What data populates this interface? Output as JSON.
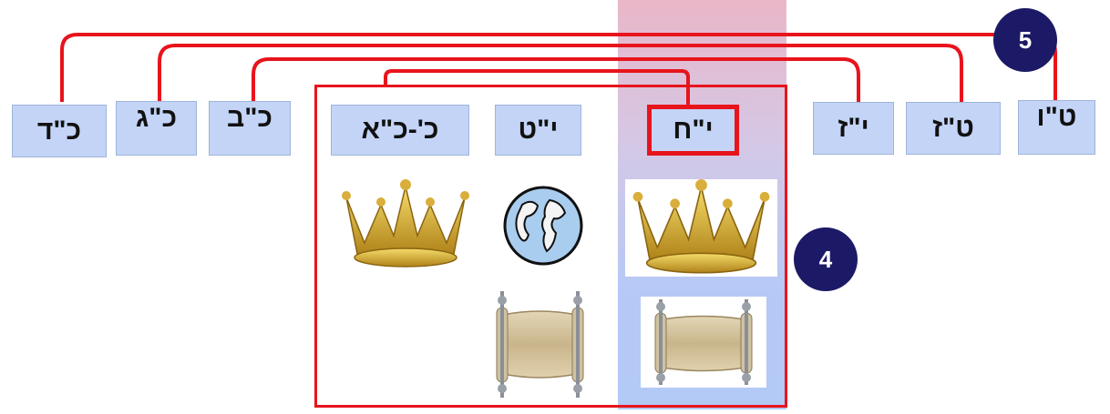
{
  "colors": {
    "line": "#e8141c",
    "box_fill": "#c3d4f7",
    "circle_fill": "#1c1a66"
  },
  "left_boxes": [
    "כ\"ד",
    "כ\"ג",
    "כ\"ב"
  ],
  "group": {
    "boxes": [
      "כ'-כ\"א",
      "י\"ט",
      "י\"ח"
    ],
    "selected": "י\"ח"
  },
  "right_boxes": [
    "י\"ז",
    "ט\"ז",
    "ט\"ו"
  ],
  "markers": {
    "four": "4",
    "five": "5"
  },
  "icons": [
    "crown-icon",
    "globe-icon",
    "crown-icon",
    "torah-scroll-icon",
    "torah-scroll-icon"
  ]
}
